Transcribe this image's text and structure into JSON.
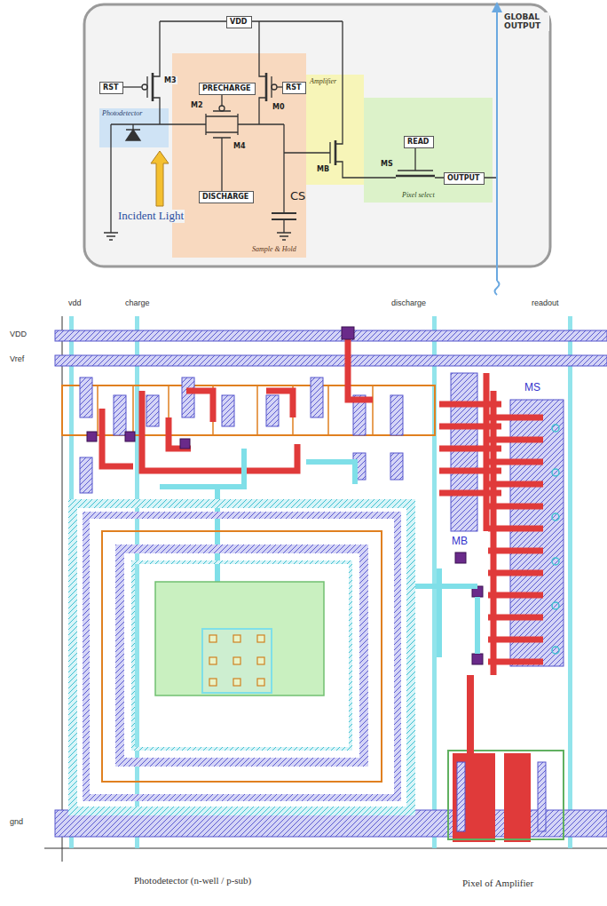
{
  "diagram": {
    "nodes": [
      {
        "text": [
          "GLOBAL OUTPUT"
        ]
      },
      {
        "text": [
          "VDD"
        ],
        "in": 0
      },
      {
        "text": [
          "RST"
        ],
        "in": 0
      },
      {
        "text": [
          "Photodetector"
        ],
        "in": 0
      },
      {
        "text": [
          "Sample & Hold"
        ],
        "in": 0
      },
      {
        "text": [
          "PRECHARGE"
        ],
        "in": 4
      },
      {
        "text": [
          "RST"
        ],
        "in": 4
      },
      {
        "text": [
          "DISCHARGE"
        ],
        "in": 4
      },
      {
        "text": [
          "Amplifier"
        ],
        "in": 0
      },
      {
        "text": [
          "Pixel select"
        ],
        "in": 0
      },
      {
        "text": [
          "READ"
        ],
        "in": 9
      },
      {
        "text": [
          "OUTPUT"
        ],
        "in": 9
      }
    ],
    "labels": [
      "M3",
      "M2",
      "M0",
      "M4",
      "CS",
      "MB",
      "MS",
      "Incident Light",
      "vdd",
      "charge",
      "discharge",
      "readout",
      "VDD",
      "Vref",
      "gnd",
      "MS",
      "MB",
      "Photodetector (n-well / p-sub)",
      "Pixel of Amplifier"
    ]
  }
}
